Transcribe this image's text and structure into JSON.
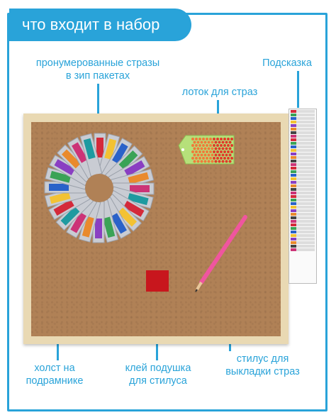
{
  "title": "что входит в набор",
  "labels": {
    "numbered_rhinestones": [
      "пронумерованные стразы",
      "в зип пакетах"
    ],
    "hint": "Подсказка",
    "tray": "лоток для страз",
    "canvas": [
      "холст на",
      "подрамнике"
    ],
    "glue_pad": [
      "клей подушка",
      "для стилуса"
    ],
    "stylus": [
      "стилус для",
      "выкладки страз"
    ]
  },
  "colors": {
    "accent": "#29a3d9",
    "cork": "#b08156",
    "glue_pad": "#c8161d",
    "pen": "#f0559f",
    "tray": "#b6e07a"
  }
}
